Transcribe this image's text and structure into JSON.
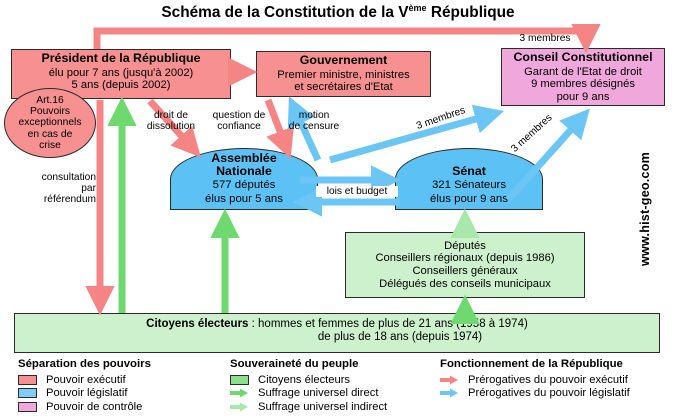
{
  "title": {
    "pre": "Schéma de la Constitution de la V",
    "sup": "ème",
    "post": " République"
  },
  "watermark": "www.hist-geo.com",
  "nodes": {
    "president": {
      "title": "Président de la République",
      "line1": "élu pour 7 ans (jusqu'à 2002)",
      "line2": "5 ans (depuis 2002)"
    },
    "art16": {
      "l1": "Art.16",
      "l2": "Pouvoirs",
      "l3": "exceptionnels",
      "l4": "en cas de",
      "l5": "crise"
    },
    "gouvernement": {
      "title": "Gouvernement",
      "line1": "Premier ministre, ministres",
      "line2": "et secrétaires d'Etat"
    },
    "conseil": {
      "title": "Conseil Constitutionnel",
      "line1": "Garant de l'Etat de droit",
      "line2": "9 membres désignés",
      "line3": "pour 9 ans"
    },
    "assemblee": {
      "title1": "Assemblée",
      "title2": "Nationale",
      "line1": "577 députés",
      "line2": "élus pour 5 ans"
    },
    "senat": {
      "title": "Sénat",
      "line1": "321 Sénateurs",
      "line2": "élus pour 9 ans"
    },
    "college": {
      "l1": "Députés",
      "l2": "Conseillers régionaux (depuis 1986)",
      "l3": "Conseillers généraux",
      "l4": "Délégués des conseils municipaux"
    },
    "citoyens": {
      "bold": "Citoyens électeurs",
      "sep": " : ",
      "line1": "hommes et femmes de plus de 21 ans (1958 à 1974)",
      "line2": "de plus de 18 ans (depuis 1974)"
    }
  },
  "arrow_labels": {
    "three_members_top": "3 membres",
    "droit_dissolution": "droit de\ndissolution",
    "droit_dissolution_l1": "droit de",
    "droit_dissolution_l2": "dissolution",
    "question_confiance_l1": "question de",
    "question_confiance_l2": "confiance",
    "motion_censure_l1": "motion",
    "motion_censure_l2": "de censure",
    "lois_budget": "lois et budget",
    "consultation_l1": "consultation",
    "consultation_l2": "par",
    "consultation_l3": "référendum",
    "three_members_assemblee": "3 membres",
    "three_members_senat": "3 membres"
  },
  "legend": {
    "col1": {
      "heading": "Séparation des pouvoirs",
      "items": [
        {
          "label": "Pouvoir exécutif",
          "color": "#F79090",
          "kind": "swatch"
        },
        {
          "label": "Pouvoir législatif",
          "color": "#7FCCF5",
          "kind": "swatch"
        },
        {
          "label": "Pouvoir de contrôle",
          "color": "#F0A8DC",
          "kind": "swatch"
        }
      ]
    },
    "col2": {
      "heading": "Souveraineté du peuple",
      "items": [
        {
          "label": "Citoyens électeurs",
          "color": "#8BE08B",
          "kind": "swatch"
        },
        {
          "label": "Suffrage universel direct",
          "color": "#5FD35F",
          "kind": "arrow"
        },
        {
          "label": "Suffrage universel indirect",
          "color": "#A8E8A8",
          "kind": "arrow"
        }
      ]
    },
    "col3": {
      "heading": "Fonctionnement de la République",
      "items": [
        {
          "label": "Prérogatives du pouvoir exécutif",
          "color": "#F58585",
          "kind": "arrow"
        },
        {
          "label": "Prérogatives du pouvoir législatif",
          "color": "#6CC6F5",
          "kind": "arrow"
        }
      ]
    }
  },
  "colors": {
    "executive": "#F79090",
    "legislative": "#7FCCF5",
    "control": "#F0A8DC",
    "citizens": "#CDF0CD",
    "arrow_red": "#F58585",
    "arrow_blue": "#6CC6F5",
    "arrow_green_direct": "#6FD96F",
    "arrow_green_indirect": "#A8E8A8",
    "stroke": "#2b2b2b"
  }
}
